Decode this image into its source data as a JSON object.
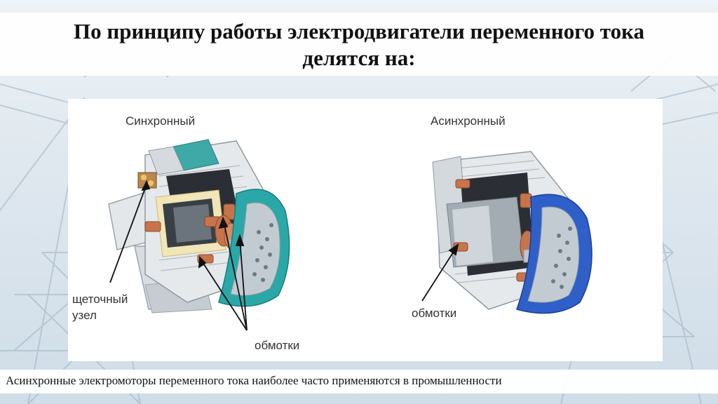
{
  "slide": {
    "title_line1": "По принципу работы электродвигатели переменного тока",
    "title_line2": "делятся на:",
    "caption": "Асинхронные электромоторы переменного тока наиболее часто применяются в промышленности"
  },
  "figure": {
    "synchronous": {
      "label": "Синхронный",
      "brush_label_line1": "щеточный",
      "brush_label_line2": "узел",
      "windings_label": "обмотки"
    },
    "asynchronous": {
      "label": "Асинхронный",
      "windings_label": "обмотки"
    }
  },
  "colors": {
    "sync_cover": "#2aa8a8",
    "async_cover": "#2f5fc8",
    "copper": "#c8744a",
    "stator_dark": "#2b2f35",
    "rotor_yellow": "#f1e6b8"
  }
}
